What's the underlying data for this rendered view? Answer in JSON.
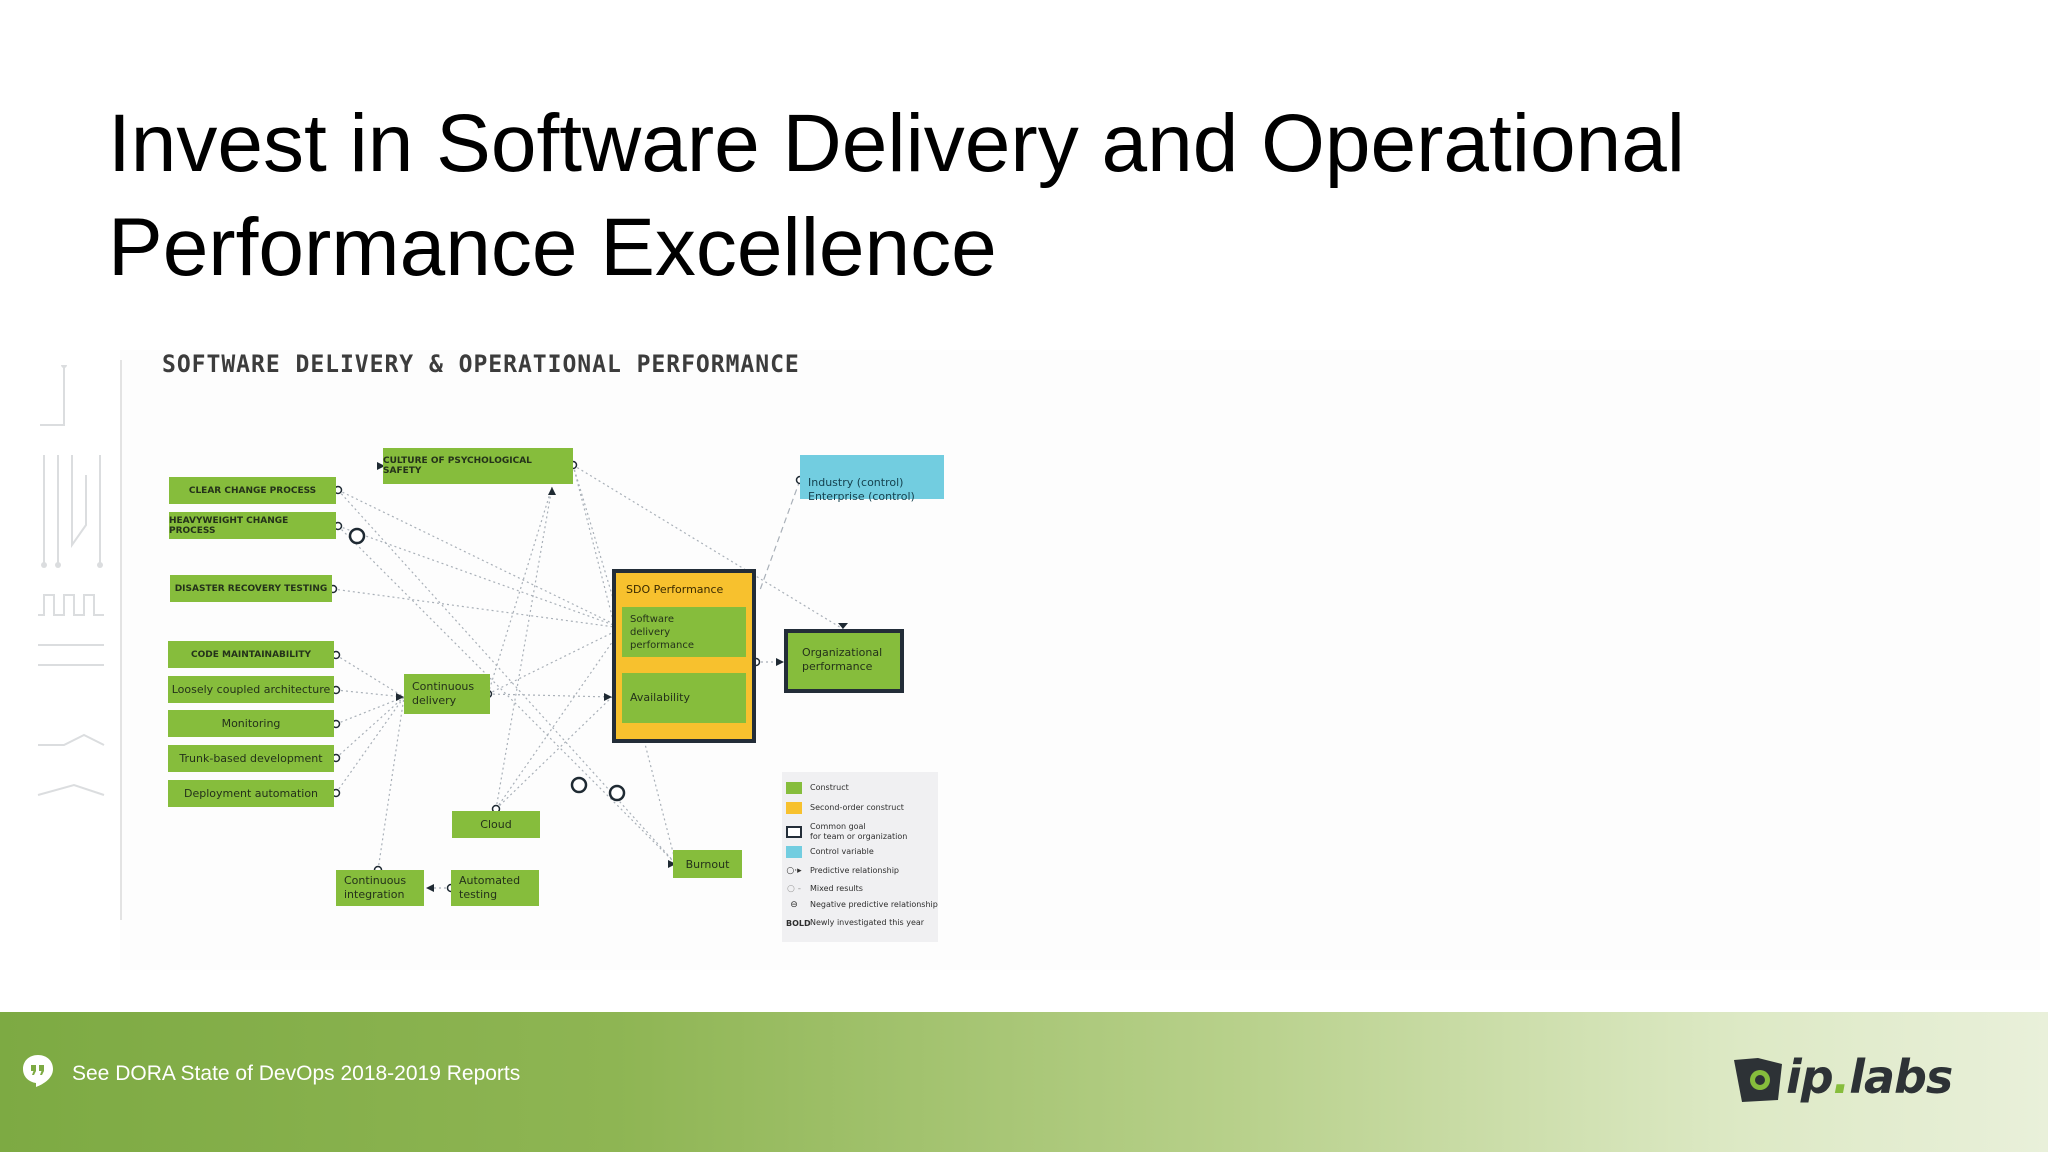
{
  "slide": {
    "title": "Invest in Software Delivery and Operational Performance Excellence",
    "footer_note": "See DORA State of DevOps 2018-2019 Reports",
    "logo_text_left": "ip",
    "logo_text_dot": ".",
    "logo_text_right": "labs"
  },
  "diagram": {
    "heading": "SOFTWARE DELIVERY & OPERATIONAL PERFORMANCE",
    "constructs": {
      "clear_change_process": "CLEAR CHANGE PROCESS",
      "heavyweight_change_process": "HEAVYWEIGHT CHANGE PROCESS",
      "disaster_recovery_testing": "DISASTER RECOVERY TESTING",
      "code_maintainability": "CODE MAINTAINABILITY",
      "loosely_coupled_architecture": "Loosely coupled architecture",
      "monitoring": "Monitoring",
      "trunk_based_development": "Trunk-based development",
      "deployment_automation": "Deployment automation",
      "culture_of_psychological_safety": "CULTURE OF PSYCHOLOGICAL SAFETY",
      "continuous_delivery": "Continuous\ndelivery",
      "cloud": "Cloud",
      "continuous_integration": "Continuous\nintegration",
      "automated_testing": "Automated\ntesting",
      "burnout": "Burnout",
      "sdo_performance": "SDO Performance",
      "software_delivery_performance": "Software\ndelivery\nperformance",
      "availability": "Availability",
      "organizational_performance": "Organizational\nperformance",
      "control_variables": "Industry (control)\nEnterprise (control)"
    },
    "legend": {
      "construct": "Construct",
      "second_order_construct": "Second-order construct",
      "common_goal": "Common goal\nfor team or organization",
      "control_variable": "Control variable",
      "predictive_relationship": "Predictive relationship",
      "mixed_results": "Mixed results",
      "negative_predictive_relationship": "Negative predictive relationship",
      "bold_key": "BOLD",
      "bold_meaning": "Newly investigated this year"
    },
    "colors": {
      "construct": "#86bd3c",
      "second_order_construct": "#f7c12e",
      "control_variable": "#72cde0",
      "common_goal_border": "#232d38"
    },
    "negative_marker": "–"
  }
}
